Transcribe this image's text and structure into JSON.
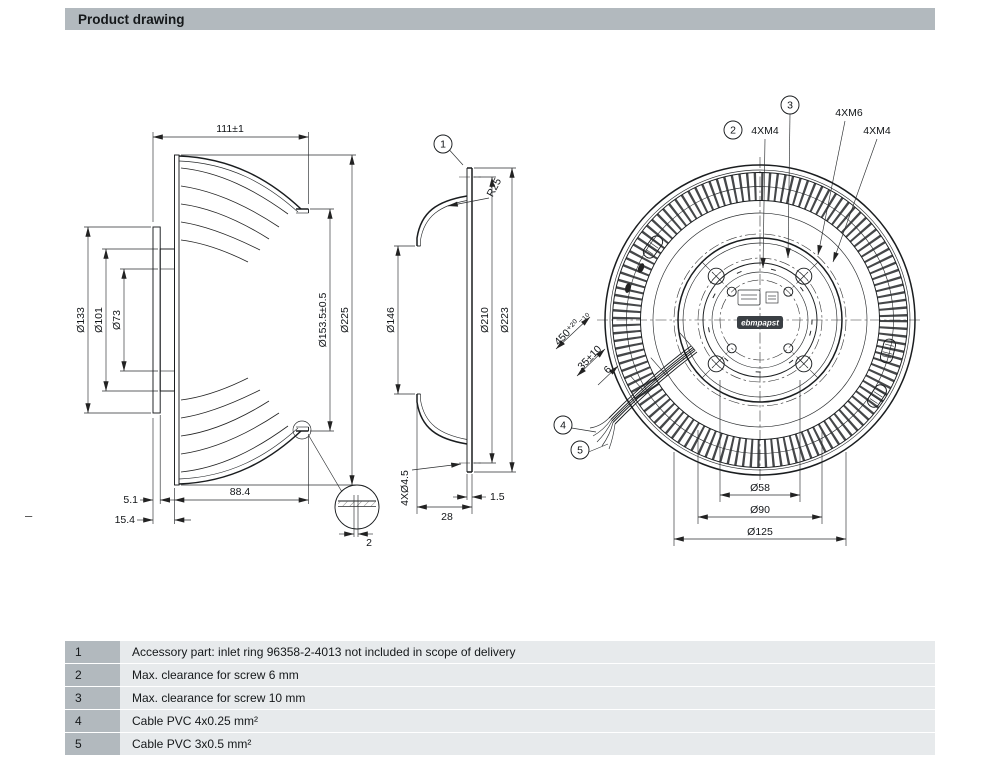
{
  "title": "Product drawing",
  "colors": {
    "bar_bg": "#b2b9be",
    "row_bg": "#e7eaec",
    "line": "#1a1d1f"
  },
  "views": {
    "side": {
      "dims": {
        "width": "111±1",
        "d133": "Ø133",
        "d101": "Ø101",
        "d73": "Ø73",
        "d1535": "Ø153.5±0.5",
        "d225": "Ø225",
        "b51": "5.1",
        "b884": "88.4",
        "b154": "15.4",
        "detail_gap": "2"
      }
    },
    "ring": {
      "callout": "1",
      "dims": {
        "r25": "R25",
        "d146": "Ø146",
        "d210": "Ø210",
        "d223": "Ø223",
        "holes": "4XØ4.5",
        "depth": "28",
        "flange_thk": "1.5"
      }
    },
    "front": {
      "callouts": {
        "c2": "2",
        "c3": "3",
        "c4": "4",
        "c5": "5"
      },
      "labels": {
        "m4_left": "4XM4",
        "m6": "4XM6",
        "m4_right": "4XM4"
      },
      "dims": {
        "cable_len": "450⁺²⁰₋₁₀",
        "strip_len": "35±10",
        "tin_len": "6",
        "d58": "Ø58",
        "d90": "Ø90",
        "d125": "Ø125"
      },
      "logo": "ebmpapst"
    }
  },
  "table": {
    "rows": [
      {
        "num": "1",
        "text": "Accessory part: inlet ring 96358-2-4013 not included in scope of delivery"
      },
      {
        "num": "2",
        "text": "Max. clearance for screw 6 mm"
      },
      {
        "num": "3",
        "text": "Max. clearance for screw 10 mm"
      },
      {
        "num": "4",
        "text": "Cable PVC 4x0.25 mm²"
      },
      {
        "num": "5",
        "text": "Cable PVC 3x0.5 mm²"
      }
    ]
  },
  "margin_dash": "–"
}
